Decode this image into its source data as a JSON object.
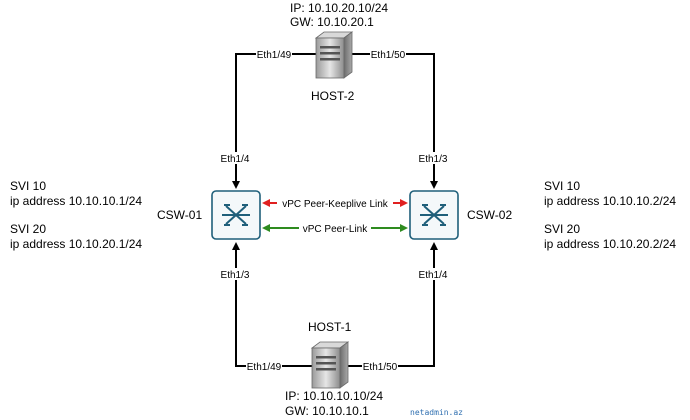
{
  "host2": {
    "ip": "IP: 10.10.20.10/24",
    "gw": "GW: 10.10.20.1",
    "name": "HOST-2",
    "left_port": "Eth1/49",
    "right_port": "Eth1/50"
  },
  "host1": {
    "ip": "IP: 10.10.10.10/24",
    "gw": "GW: 10.10.10.1",
    "name": "HOST-1",
    "left_port": "Eth1/49",
    "right_port": "Eth1/50"
  },
  "csw01": {
    "name": "CSW-01",
    "top_port": "Eth1/4",
    "bottom_port": "Eth1/3",
    "svi10": "SVI 10",
    "svi10_ip": "ip address 10.10.10.1/24",
    "svi20": "SVI 20",
    "svi20_ip": "ip address 10.10.20.1/24"
  },
  "csw02": {
    "name": "CSW-02",
    "top_port": "Eth1/3",
    "bottom_port": "Eth1/4",
    "svi10": "SVI 10",
    "svi10_ip": "ip address 10.10.10.2/24",
    "svi20": "SVI 20",
    "svi20_ip": "ip address 10.10.20.2/24"
  },
  "links": {
    "keepalive": {
      "label": "vPC Peer-Keeplive Link",
      "color": "#e02020"
    },
    "peerlink": {
      "label": "vPC Peer-Link",
      "color": "#2e8b1f"
    }
  },
  "colors": {
    "switch_fill": "#f4f8fa",
    "switch_stroke": "#1f5f7a",
    "line": "#000000"
  },
  "watermark": "netadmin.az"
}
